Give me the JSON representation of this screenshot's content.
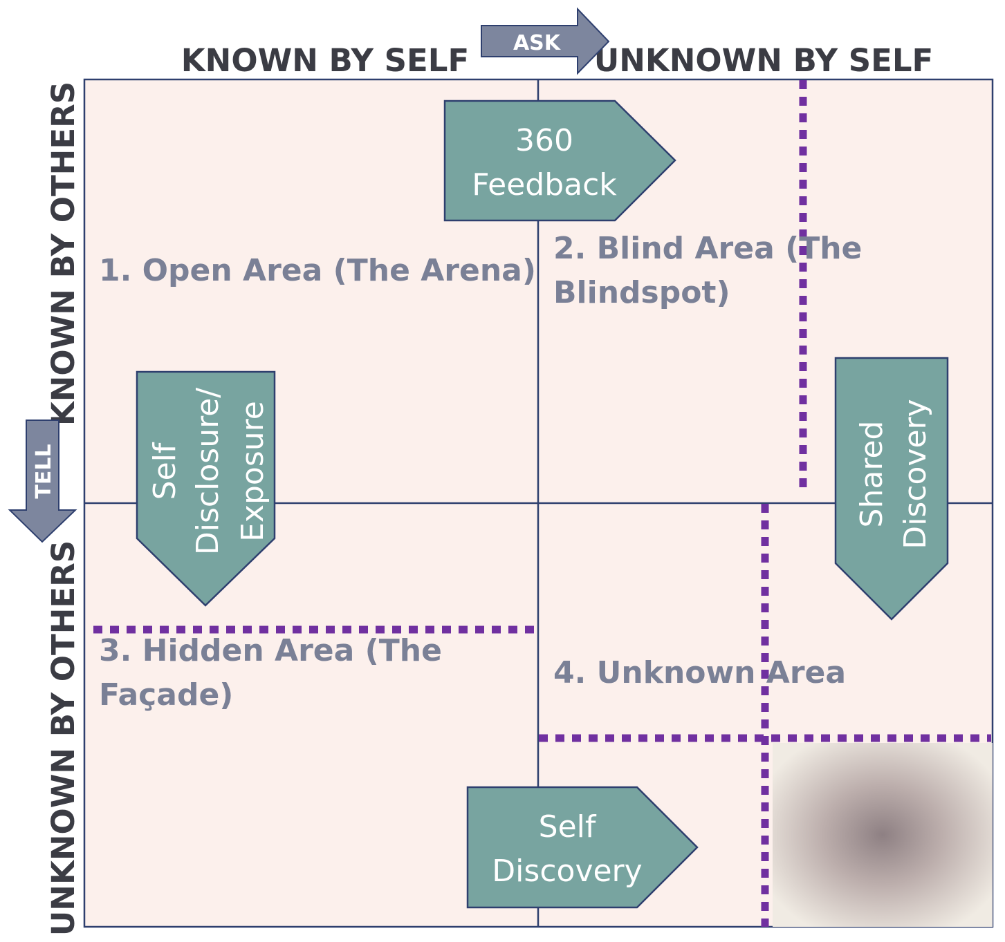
{
  "headers": {
    "col_known": "KNOWN BY SELF",
    "col_unknown": "UNKNOWN BY SELF",
    "row_known": "KNOWN BY OTHERS",
    "row_unknown": "UNKNOWN BY OTHERS"
  },
  "arrows": {
    "ask": "ASK",
    "tell": "TELL",
    "feedback": {
      "line1": "360",
      "line2": "Feedback"
    },
    "disclosure": {
      "line1": "Self",
      "line2": "Disclosure/",
      "line3": "Exposure"
    },
    "shared": {
      "line1": "Shared",
      "line2": "Discovery"
    },
    "self_discovery": {
      "line1": "Self",
      "line2": "Discovery"
    }
  },
  "quadrants": {
    "open": {
      "line1": "1. Open Area (The Arena)"
    },
    "blind": {
      "line1": "2. Blind Area (The",
      "line2": "Blindspot)"
    },
    "hidden": {
      "line1": "3. Hidden Area (The",
      "line2": "Façade)"
    },
    "unknown": {
      "line1": "4. Unknown Area"
    }
  },
  "colors": {
    "quadrant_fill": "#fcf0ec",
    "grid_line": "#2e3f6e",
    "header_text": "#3b3c44",
    "quadrant_label": "#7a8096",
    "teal_arrow": "#78a4a0",
    "teal_arrow_stroke": "#2e3f6e",
    "slate_arrow": "#7d869e",
    "dotted_line": "#7030a0",
    "arrow_text": "#ffffff"
  }
}
